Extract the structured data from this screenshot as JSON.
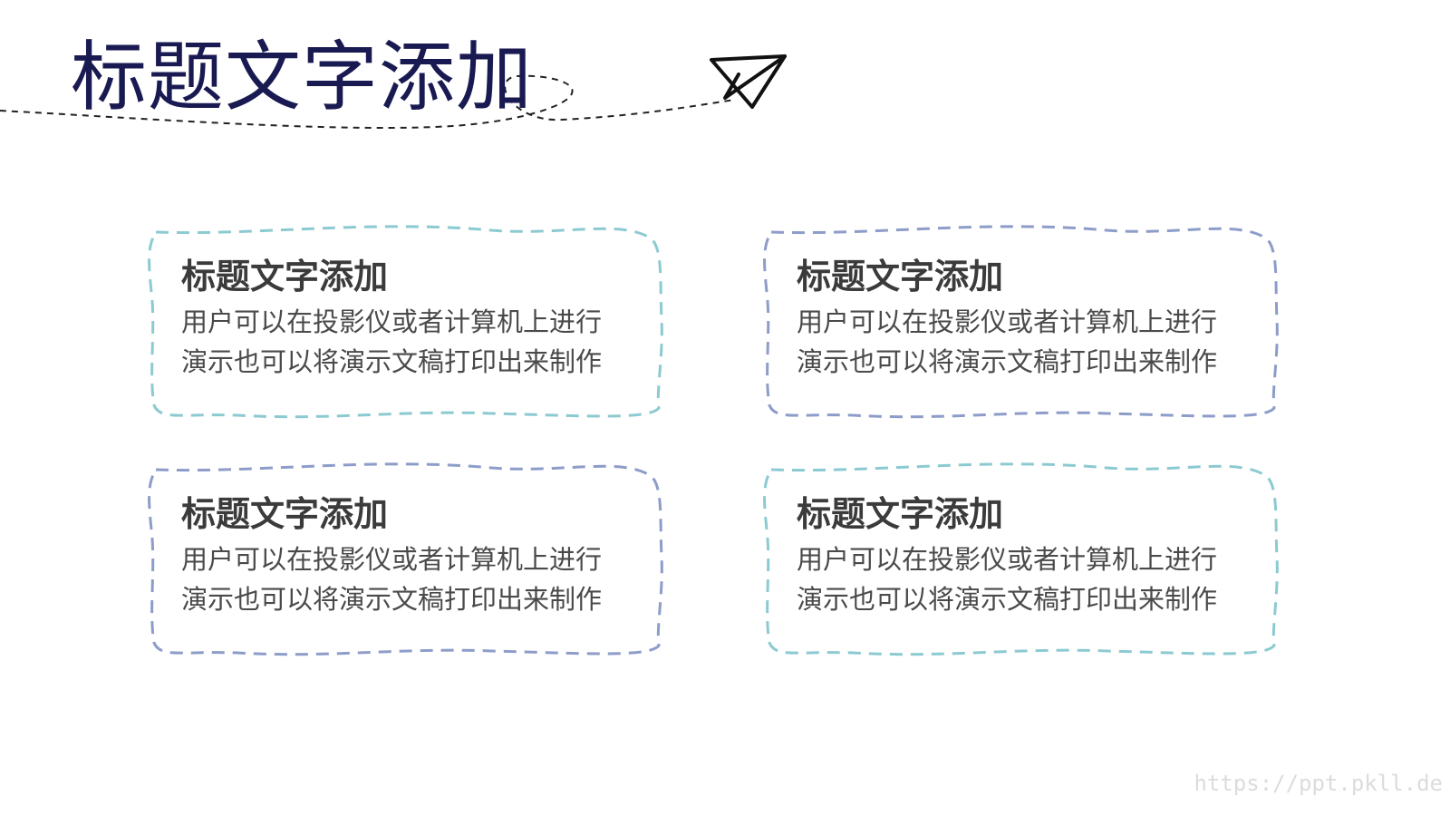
{
  "title": "标题文字添加",
  "colors": {
    "title": "#1a1a52",
    "teal": "#8ccad1",
    "purple": "#8d9cc9"
  },
  "cards": [
    {
      "title": "标题文字添加",
      "line1": "用户可以在投影仪或者计算机上进行",
      "line2": "演示也可以将演示文稿打印出来制作"
    },
    {
      "title": "标题文字添加",
      "line1": "用户可以在投影仪或者计算机上进行",
      "line2": "演示也可以将演示文稿打印出来制作"
    },
    {
      "title": "标题文字添加",
      "line1": "用户可以在投影仪或者计算机上进行",
      "line2": "演示也可以将演示文稿打印出来制作"
    },
    {
      "title": "标题文字添加",
      "line1": "用户可以在投影仪或者计算机上进行",
      "line2": "演示也可以将演示文稿打印出来制作"
    }
  ],
  "icons": {
    "plane": "paper-plane-icon"
  },
  "watermark": "https://ppt.pkll.de"
}
